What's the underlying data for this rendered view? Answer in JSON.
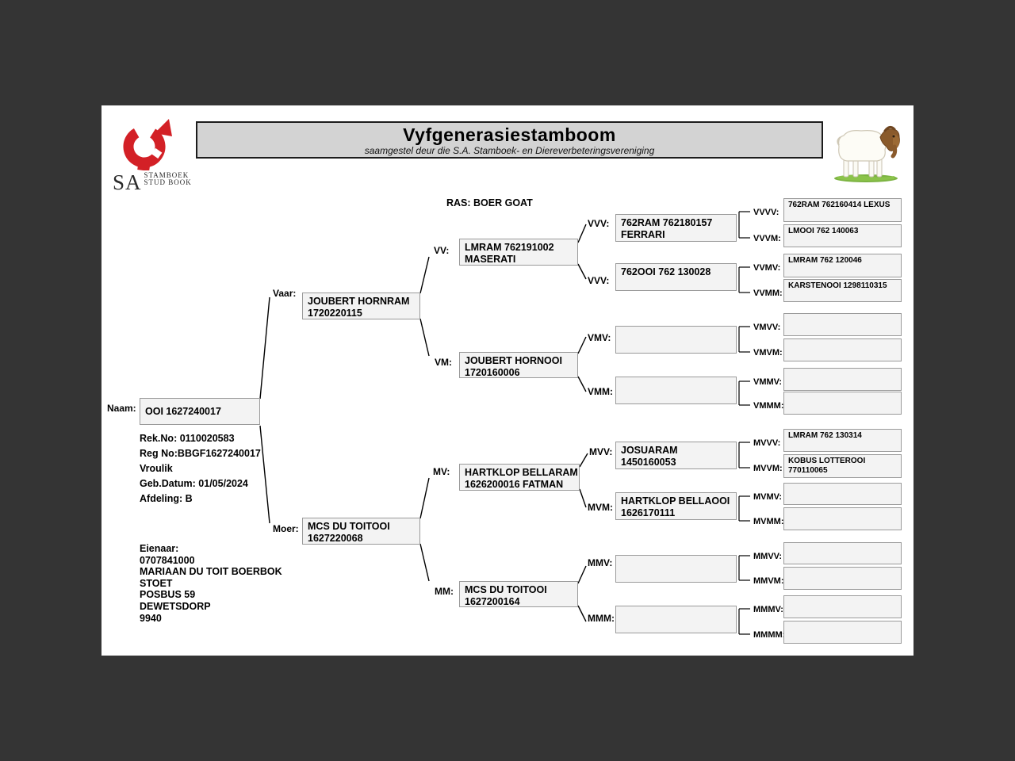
{
  "colors": {
    "page_background": "#ffffff",
    "surround_background": "#343434",
    "title_bar": "#d3d3d3",
    "logo_red": "#d32026",
    "box_fill": "#f3f3f3",
    "goat_brown": "#8a5a2b",
    "grass_green": "#7cb342"
  },
  "header": {
    "title": "Vyfgenerasiestamboom",
    "subtitle": "saamgestel deur die S.A. Stamboek- en Diereverbeteringsvereniging",
    "logo_sa": "SA",
    "logo_line1": "STAMBOEK",
    "logo_line2": "STUD BOOK"
  },
  "breed_heading": "RAS: BOER GOAT",
  "subject": {
    "label": "Naam:",
    "name": "OOI 1627240017",
    "details": [
      "Rek.No: 0110020583",
      "Reg No:BBGF1627240017",
      "Vroulik",
      "Geb.Datum: 01/05/2024",
      "Afdeling: B"
    ],
    "owner": [
      "Eienaar:",
      "0707841000",
      "MARIAAN DU TOIT BOERBOK",
      "STOET",
      "POSBUS 59",
      "DEWETSDORP",
      "9940"
    ]
  },
  "pedigree": {
    "gen2": [
      {
        "label": "Vaar:",
        "line1": "JOUBERT HORNRAM",
        "line2": "1720220115"
      },
      {
        "label": "Moer:",
        "line1": "MCS DU TOITOOI",
        "line2": "1627220068"
      }
    ],
    "gen3": [
      {
        "label": "VV:",
        "line1": "LMRAM 762191002",
        "line2": "MASERATI"
      },
      {
        "label": "VM:",
        "line1": "JOUBERT HORNOOI",
        "line2": "1720160006"
      },
      {
        "label": "MV:",
        "line1": "HARTKLOP BELLARAM",
        "line2": "1626200016 FATMAN"
      },
      {
        "label": "MM:",
        "line1": "MCS DU TOITOOI",
        "line2": "1627200164"
      }
    ],
    "gen4": [
      {
        "label": "VVV:",
        "line1": "762RAM 762180157",
        "line2": "FERRARI"
      },
      {
        "label": "VVV:",
        "line1": "762OOI 762 130028",
        "line2": ""
      },
      {
        "label": "VMV:",
        "line1": "",
        "line2": ""
      },
      {
        "label": "VMM:",
        "line1": "",
        "line2": ""
      },
      {
        "label": "MVV:",
        "line1": "JOSUARAM",
        "line2": "1450160053"
      },
      {
        "label": "MVM:",
        "line1": "HARTKLOP BELLAOOI",
        "line2": "1626170111"
      },
      {
        "label": "MMV:",
        "line1": "",
        "line2": ""
      },
      {
        "label": "MMM:",
        "line1": "",
        "line2": ""
      }
    ],
    "gen5": [
      {
        "label": "VVVV:",
        "line1": "762RAM 762160414 LEXUS",
        "line2": ""
      },
      {
        "label": "VVVM:",
        "line1": "LMOOI 762 140063",
        "line2": ""
      },
      {
        "label": "VVMV:",
        "line1": "LMRAM 762 120046",
        "line2": ""
      },
      {
        "label": "VVMM:",
        "line1": "KARSTENOOI 1298110315",
        "line2": ""
      },
      {
        "label": "VMVV:",
        "line1": "",
        "line2": ""
      },
      {
        "label": "VMVM:",
        "line1": "",
        "line2": ""
      },
      {
        "label": "VMMV:",
        "line1": "",
        "line2": ""
      },
      {
        "label": "VMMM:",
        "line1": "",
        "line2": ""
      },
      {
        "label": "MVVV:",
        "line1": "LMRAM 762 130314",
        "line2": ""
      },
      {
        "label": "MVVM:",
        "line1": "KOBUS LOTTEROOI",
        "line2": "770110065"
      },
      {
        "label": "MVMV:",
        "line1": "",
        "line2": ""
      },
      {
        "label": "MVMM:",
        "line1": "",
        "line2": ""
      },
      {
        "label": "MMVV:",
        "line1": "",
        "line2": ""
      },
      {
        "label": "MMVM:",
        "line1": "",
        "line2": ""
      },
      {
        "label": "MMMV:",
        "line1": "",
        "line2": ""
      },
      {
        "label": "MMMM:",
        "line1": "",
        "line2": ""
      }
    ]
  }
}
